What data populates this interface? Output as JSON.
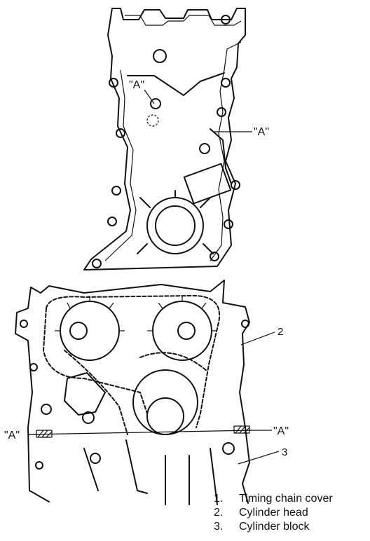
{
  "labels": {
    "sealant_mark_a": "\"A\""
  },
  "callouts": [
    {
      "number": "2"
    },
    {
      "number": "3"
    }
  ],
  "legend": {
    "items": [
      {
        "number": "1.",
        "text": "Timing chain cover"
      },
      {
        "number": "2.",
        "text": "Cylinder head"
      },
      {
        "number": "3.",
        "text": "Cylinder block"
      }
    ]
  }
}
